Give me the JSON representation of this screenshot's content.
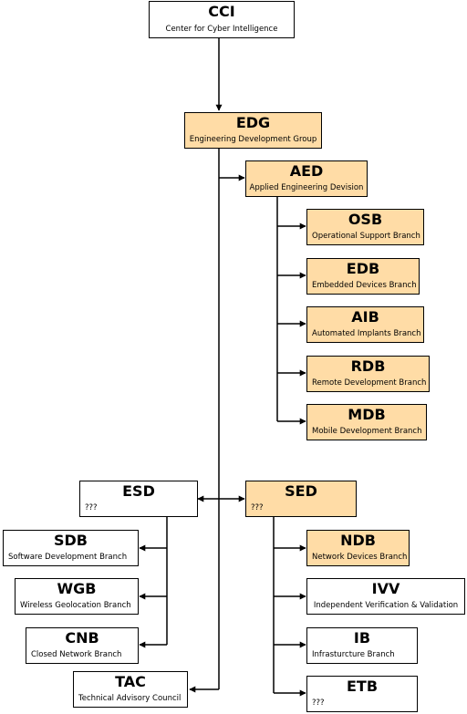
{
  "nodes": {
    "cci": {
      "abbr": "CCI",
      "full": "Center for Cyber Intelligence"
    },
    "edg": {
      "abbr": "EDG",
      "full": "Engineering Development Group"
    },
    "aed": {
      "abbr": "AED",
      "full": "Applied Engineering Devision"
    },
    "osb": {
      "abbr": "OSB",
      "full": "Operational Support Branch"
    },
    "edb": {
      "abbr": "EDB",
      "full": "Embedded Devices Branch"
    },
    "aib": {
      "abbr": "AIB",
      "full": "Automated Implants Branch"
    },
    "rdb": {
      "abbr": "RDB",
      "full": "Remote Development Branch"
    },
    "mdb": {
      "abbr": "MDB",
      "full": "Mobile Development Branch"
    },
    "esd": {
      "abbr": "ESD",
      "full": "???"
    },
    "sed": {
      "abbr": "SED",
      "full": "???"
    },
    "sdb": {
      "abbr": "SDB",
      "full": "Software Development Branch"
    },
    "wgb": {
      "abbr": "WGB",
      "full": "Wireless Geolocation Branch"
    },
    "cnb": {
      "abbr": "CNB",
      "full": "Closed Network Branch"
    },
    "tac": {
      "abbr": "TAC",
      "full": "Technical Advisory Council"
    },
    "ndb": {
      "abbr": "NDB",
      "full": "Network Devices Branch"
    },
    "ivv": {
      "abbr": "IVV",
      "full": "Independent Verification & Validation"
    },
    "ib": {
      "abbr": "IB",
      "full": "Infrasturcture Branch"
    },
    "etb": {
      "abbr": "ETB",
      "full": "???"
    }
  },
  "colors": {
    "highlight": "#ffdca6",
    "plain": "#ffffff",
    "line": "#000000"
  }
}
